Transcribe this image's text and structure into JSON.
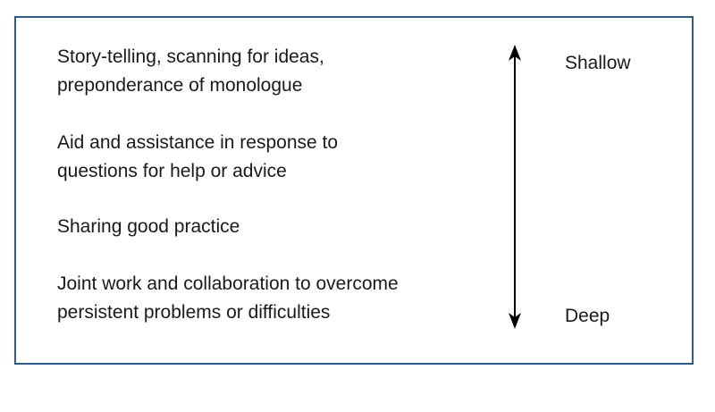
{
  "items": [
    {
      "text": "Story-telling, scanning for ideas,\npreponderance of monologue"
    },
    {
      "text": "Aid and assistance in response to\nquestions for help or advice"
    },
    {
      "text": "Sharing good practice"
    },
    {
      "text": "Joint work and collaboration to overcome\npersistent problems or difficulties"
    }
  ],
  "scale": {
    "top_label": "Shallow",
    "bottom_label": "Deep"
  },
  "colors": {
    "border": "#2d5b86",
    "text": "#1a1a1a",
    "arrow": "#000000"
  }
}
